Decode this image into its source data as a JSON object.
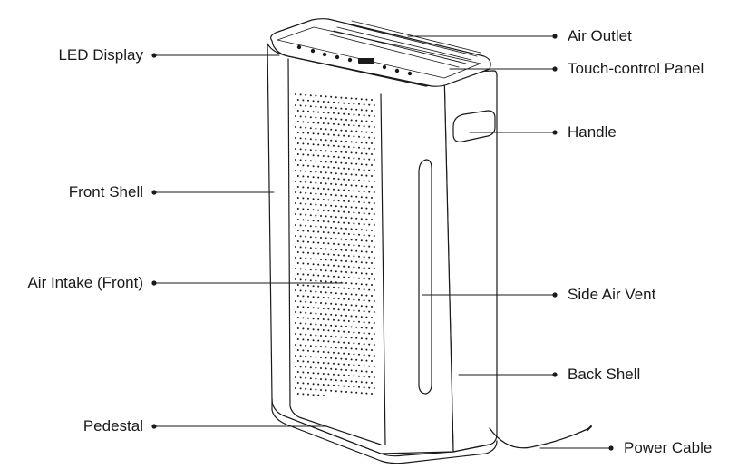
{
  "labels": {
    "led_display": "LED Display",
    "front_shell": "Front Shell",
    "air_intake_front": "Air Intake (Front)",
    "pedestal": "Pedestal",
    "air_outlet": "Air Outlet",
    "touch_control_panel": "Touch-control Panel",
    "handle": "Handle",
    "side_air_vent": "Side Air Vent",
    "back_shell": "Back Shell",
    "power_cable": "Power Cable"
  },
  "colors": {
    "line": "#1a1a1a",
    "text": "#1a1a1a",
    "background": "#ffffff"
  }
}
